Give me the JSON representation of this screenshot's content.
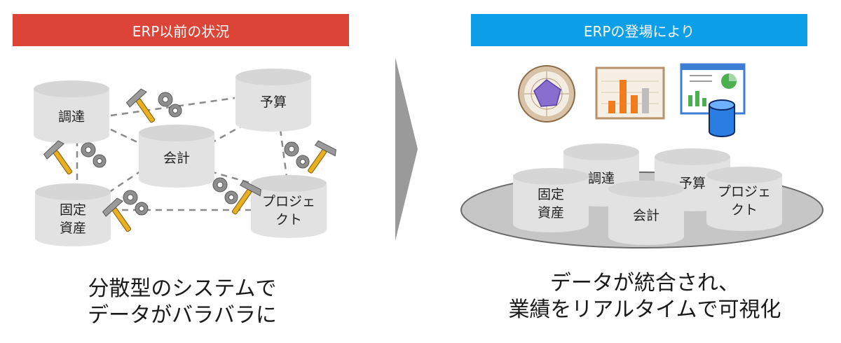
{
  "left_panel": {
    "title": "ERP以前の状況",
    "nodes": {
      "procurement": "調達",
      "budget": "予算",
      "accounting": "会計",
      "fixed_assets": "固定\n資産",
      "project": "プロジェ\nクト"
    },
    "caption_line1": "分散型のシステムで",
    "caption_line2": "データがバラバラに"
  },
  "right_panel": {
    "title": "ERPの登場により",
    "nodes": {
      "procurement": "調達",
      "budget": "予算",
      "fixed_assets": "固定\n資産",
      "accounting": "会計",
      "project": "プロジェ\nクト"
    },
    "caption_line1": "データが統合され、",
    "caption_line2": "業績をリアルタイムで可視化"
  },
  "colors": {
    "left_banner": "#dc4438",
    "right_banner": "#0c9fe8",
    "arrow": "#9a9a9a",
    "cylinder": "#e0e0e0",
    "platform": "#c7c7c7"
  },
  "icons": [
    "hammer-gear-icon",
    "radar-chart-icon",
    "bar-chart-icon",
    "dashboard-database-icon"
  ]
}
